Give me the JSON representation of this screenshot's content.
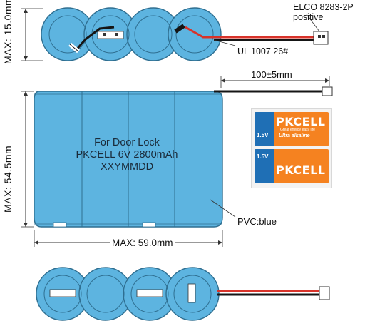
{
  "labels": {
    "connector": "ELCO 8283-2P",
    "polarity": "positive",
    "wire": "UL 1007 26#",
    "lead_length": "100±5mm",
    "height": "MAX: 15.0mm",
    "length": "MAX: 54.5mm",
    "width": "MAX: 59.0mm",
    "material": "PVC:blue"
  },
  "pack_print": {
    "line1": "For Door Lock",
    "line2": "PKCELL 6V 2800mAh",
    "line3": "XXYMMDD"
  },
  "product": {
    "brand": "PKCELL",
    "tagline": "Great energy easy life",
    "voltage": "1.5V",
    "subtitle": "Ultra alkaline"
  },
  "colors": {
    "pvc": "#5db4e0",
    "pvc_edge": "#2f6f91",
    "wire_red": "#d8332a",
    "wire_black": "#151515",
    "brand_orange": "#f58220",
    "brand_blue": "#1f6fb5"
  }
}
